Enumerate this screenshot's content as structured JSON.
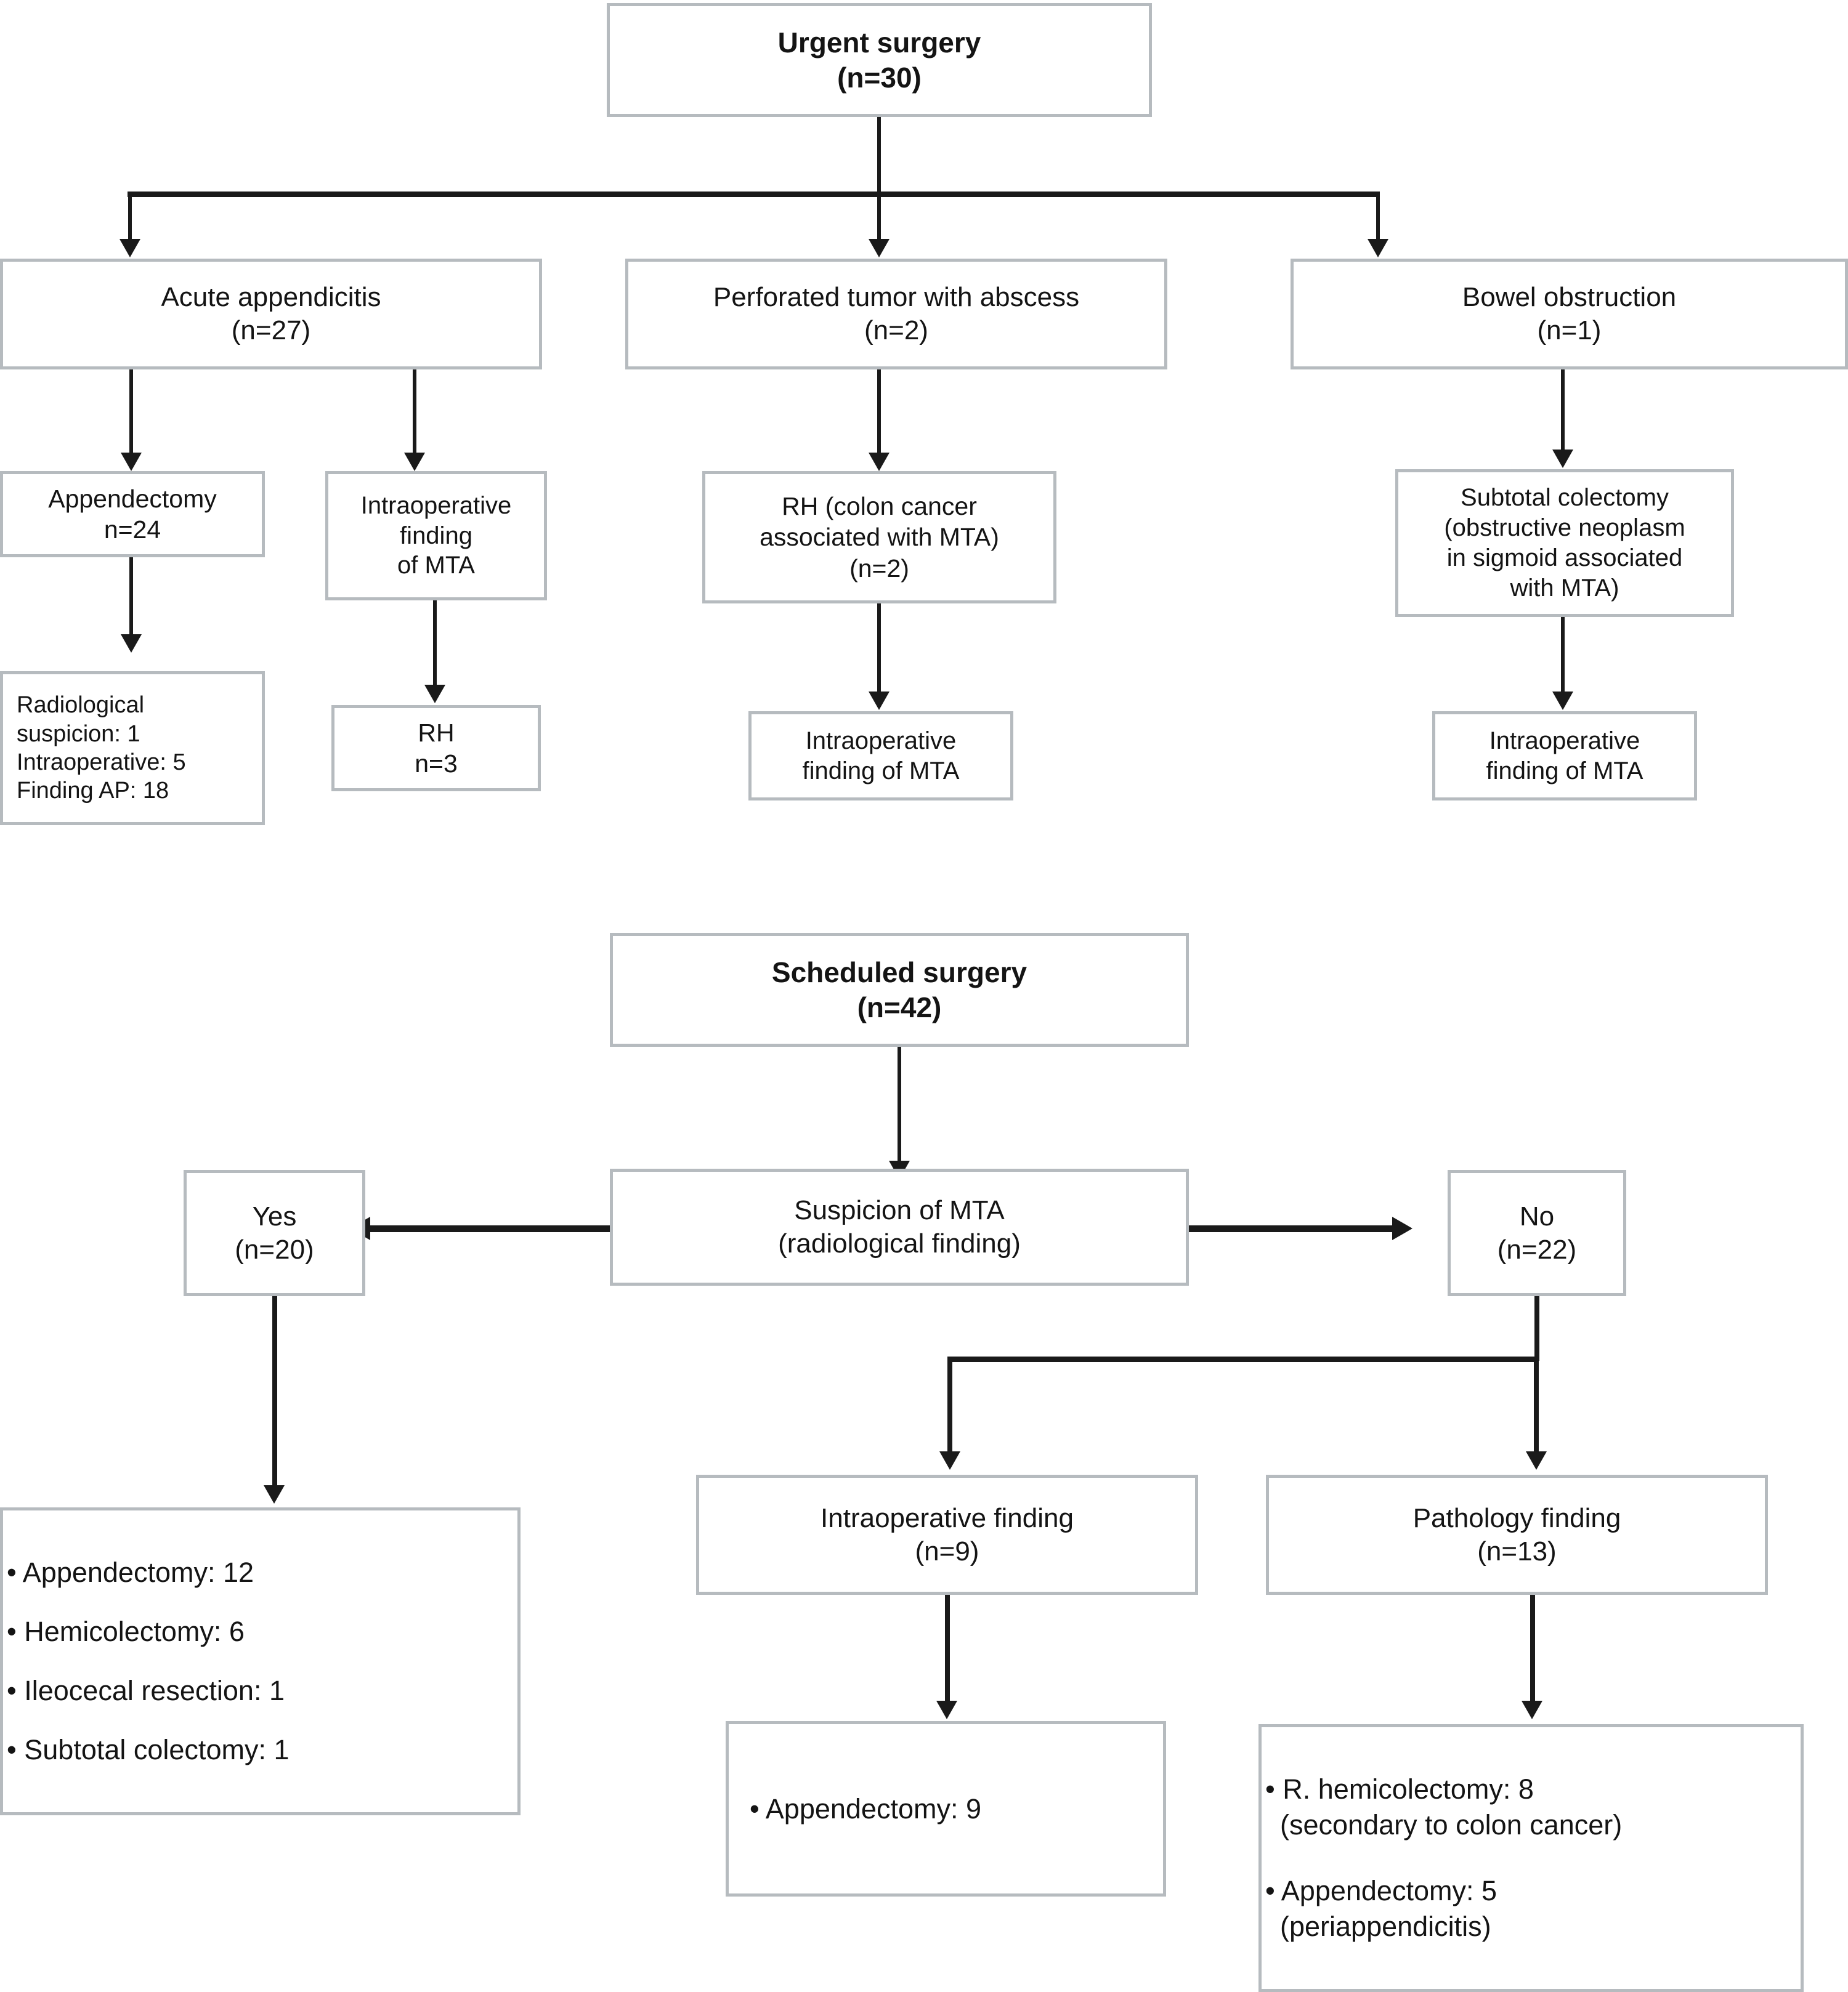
{
  "diagram": {
    "title_hidden": "",
    "urgent": {
      "root": {
        "label": "Urgent surgery\n(n=30)"
      },
      "level2": [
        {
          "label": "Acute appendicitis\n(n=27)"
        },
        {
          "label": "Perforated tumor with abscess\n(n=2)"
        },
        {
          "label": "Bowel obstruction\n(n=1)"
        }
      ],
      "appendectomy": {
        "label": "Appendectomy\nn=24"
      },
      "appendectomy_detail": {
        "label": "Radiological\nsuspicion: 1\nIntraoperative: 5\nFinding AP: 18"
      },
      "intraop_finding_mta_1": {
        "label": "Intraoperative\nfinding\nof MTA"
      },
      "rh_n3": {
        "label": "RH\nn=3"
      },
      "rh_colon": {
        "label": "RH (colon cancer\nassociated with MTA)\n(n=2)"
      },
      "intraop_finding_mta_2": {
        "label": "Intraoperative\nfinding of MTA"
      },
      "subtotal_colectomy": {
        "label": "Subtotal colectomy\n(obstructive neoplasm\nin sigmoid associated\nwith MTA)"
      },
      "intraop_finding_mta_3": {
        "label": "Intraoperative\nfinding of MTA"
      }
    },
    "scheduled": {
      "root": {
        "label": "Scheduled surgery\n(n=42)"
      },
      "suspicion": {
        "label": "Suspicion of MTA\n(radiological finding)"
      },
      "yes": {
        "label": "Yes\n(n=20)"
      },
      "no": {
        "label": "No\n(n=22)"
      },
      "yes_procedures": [
        "•  Appendectomy: 12",
        "•  Hemicolectomy: 6",
        "•  Ileocecal resection: 1",
        "•  Subtotal colectomy: 1"
      ],
      "intraoperative_finding": {
        "label": "Intraoperative finding\n(n=9)"
      },
      "pathology_finding": {
        "label": "Pathology finding\n(n=13)"
      },
      "intraoperative_procedures": [
        "•  Appendectomy: 9"
      ],
      "pathology_procedures": [
        "• R. hemicolectomy: 8\n(secondary to colon cancer)",
        "• Appendectomy: 5\n(periappendicitis)"
      ]
    },
    "colors": {
      "box_border": "#b6bbbf",
      "connector": "#1a1a1a",
      "text": "#141414",
      "background": "#ffffff"
    }
  }
}
